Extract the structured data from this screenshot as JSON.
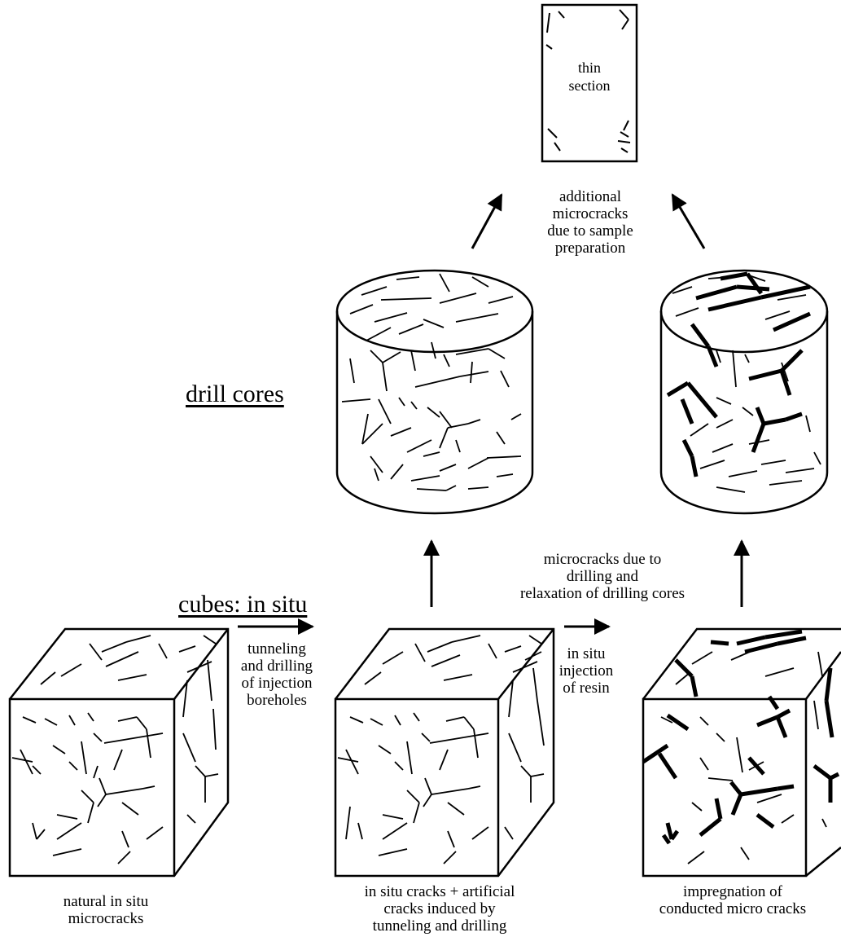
{
  "headings": {
    "drill_cores": "drill cores",
    "cubes_in_situ": "cubes: in situ"
  },
  "thin_section": {
    "label": "thin\nsection",
    "caption": "additional\nmicrocracks\ndue to sample\npreparation"
  },
  "cores": {
    "caption": "microcracks due to\ndrilling and\nrelaxation of drilling cores"
  },
  "cubes": {
    "natural": "natural in situ\nmicrocracks",
    "artificial": "in situ cracks + artificial\ncracks induced by\ntunneling and drilling",
    "impregnation": "impregnation of\nconducted micro cracks"
  },
  "steps": {
    "tunneling": "tunneling\nand drilling\nof injection\nboreholes",
    "injection": "in situ\ninjection\nof resin"
  },
  "colors": {
    "ink": "#000000",
    "background": "#ffffff"
  }
}
